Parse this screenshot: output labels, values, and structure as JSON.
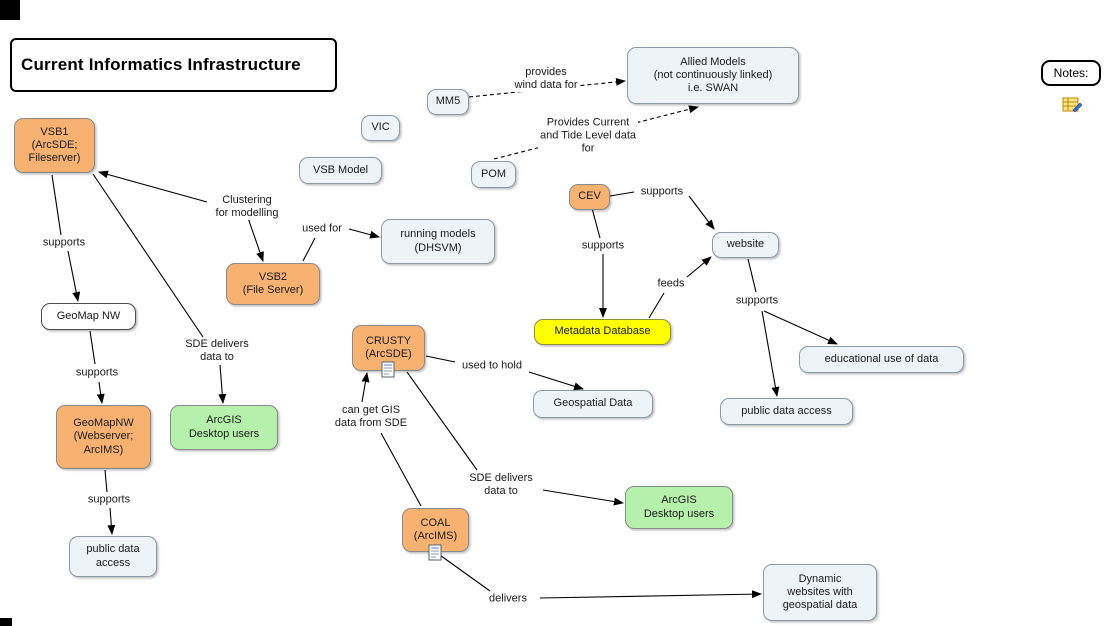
{
  "title": "Current Informatics Infrastructure",
  "notes_box": "Notes:",
  "nodes": {
    "vsb1": "VSB1\n(ArcSDE;\nFileserver)",
    "mm5": "MM5",
    "vic": "VIC",
    "vsb_model": "VSB Model",
    "pom": "POM",
    "allied_models": "Allied Models\n(not continuously linked)\ni.e. SWAN",
    "cev": "CEV",
    "vsb2": "VSB2\n(File Server)",
    "running_models": "running models\n(DHSVM)",
    "geomap_nw": "GeoMap NW",
    "geomapnw_webserver": "GeoMapNW\n(Webserver;\nArcIMS)",
    "public_data_access_left": "public data\naccess",
    "arcgis_desktop_users_left": "ArcGIS\nDesktop users",
    "crusty": "CRUSTY\n(ArcSDE)",
    "geospatial_data": "Geospatial Data",
    "metadata_database": "Metadata Database",
    "website": "website",
    "educational_use": "educational use of data",
    "public_data_access_right": "public data access",
    "arcgis_desktop_users_right": "ArcGIS\nDesktop users",
    "coal": "COAL\n(ArcIMS)",
    "dynamic_websites": "Dynamic\nwebsites with\ngeospatial data"
  },
  "link_labels": {
    "provides_wind": "provides\nwind data for",
    "provides_current": "Provides Current\nand Tide Level data\nfor",
    "cev_website": "supports",
    "cev_metadata": "supports",
    "feeds": "feeds",
    "website_supports": "supports",
    "clustering": "Clustering\nfor modelling",
    "used_for": "used for",
    "vsb1_geomap": "supports",
    "geomap_geomapnw": "supports",
    "geomapnw_public": "supports",
    "sde_delivers_left": "SDE delivers\ndata to",
    "used_to_hold": "used to hold",
    "can_get_gis": "can get GIS\ndata from SDE",
    "sde_delivers_right": "SDE delivers\ndata to",
    "delivers": "delivers"
  },
  "edges": [
    {
      "from": "MM5",
      "label": "provides wind data for",
      "to": "Allied Models (not continuously linked) i.e. SWAN",
      "line": "dashed"
    },
    {
      "from": "POM",
      "label": "Provides Current and Tide Level data for",
      "to": "Allied Models (not continuously linked) i.e. SWAN",
      "line": "dashed"
    },
    {
      "from": "CEV",
      "label": "supports",
      "to": "website",
      "line": "solid"
    },
    {
      "from": "CEV",
      "label": "supports",
      "to": "Metadata Database",
      "line": "solid"
    },
    {
      "from": "Metadata Database",
      "label": "feeds",
      "to": "website",
      "line": "solid"
    },
    {
      "from": "website",
      "label": "supports",
      "to": "educational use of data",
      "line": "solid"
    },
    {
      "from": "website",
      "label": "supports",
      "to": "public data access",
      "line": "solid"
    },
    {
      "from": "",
      "label": "Clustering for modelling",
      "to": "VSB1 (ArcSDE; Fileserver)",
      "line": "solid"
    },
    {
      "from": "",
      "label": "Clustering for modelling",
      "to": "VSB2 (File Server)",
      "line": "solid"
    },
    {
      "from": "VSB2 (File Server)",
      "label": "used for",
      "to": "running models (DHSVM)",
      "line": "solid"
    },
    {
      "from": "VSB1 (ArcSDE; Fileserver)",
      "label": "supports",
      "to": "GeoMap NW",
      "line": "solid"
    },
    {
      "from": "GeoMap NW",
      "label": "supports",
      "to": "GeoMapNW (Webserver; ArcIMS)",
      "line": "solid"
    },
    {
      "from": "GeoMapNW (Webserver; ArcIMS)",
      "label": "supports",
      "to": "public data access",
      "line": "solid"
    },
    {
      "from": "VSB1 (ArcSDE; Fileserver)",
      "label": "SDE delivers data to",
      "to": "ArcGIS Desktop users",
      "line": "solid"
    },
    {
      "from": "CRUSTY (ArcSDE)",
      "label": "used to hold",
      "to": "Geospatial Data",
      "line": "solid"
    },
    {
      "from": "COAL (ArcIMS)",
      "label": "can get GIS data from SDE",
      "to": "CRUSTY (ArcSDE)",
      "line": "solid"
    },
    {
      "from": "CRUSTY (ArcSDE)",
      "label": "SDE delivers data to",
      "to": "ArcGIS Desktop users",
      "line": "solid"
    },
    {
      "from": "COAL (ArcIMS)",
      "label": "delivers",
      "to": "Dynamic websites with geospatial data",
      "line": "solid"
    }
  ],
  "colors": {
    "concept_orange": "#f7b272",
    "concept_light": "#eef3f8",
    "concept_green": "#b6f1ac",
    "concept_yellow": "#ffff00",
    "connector": "#000000"
  }
}
